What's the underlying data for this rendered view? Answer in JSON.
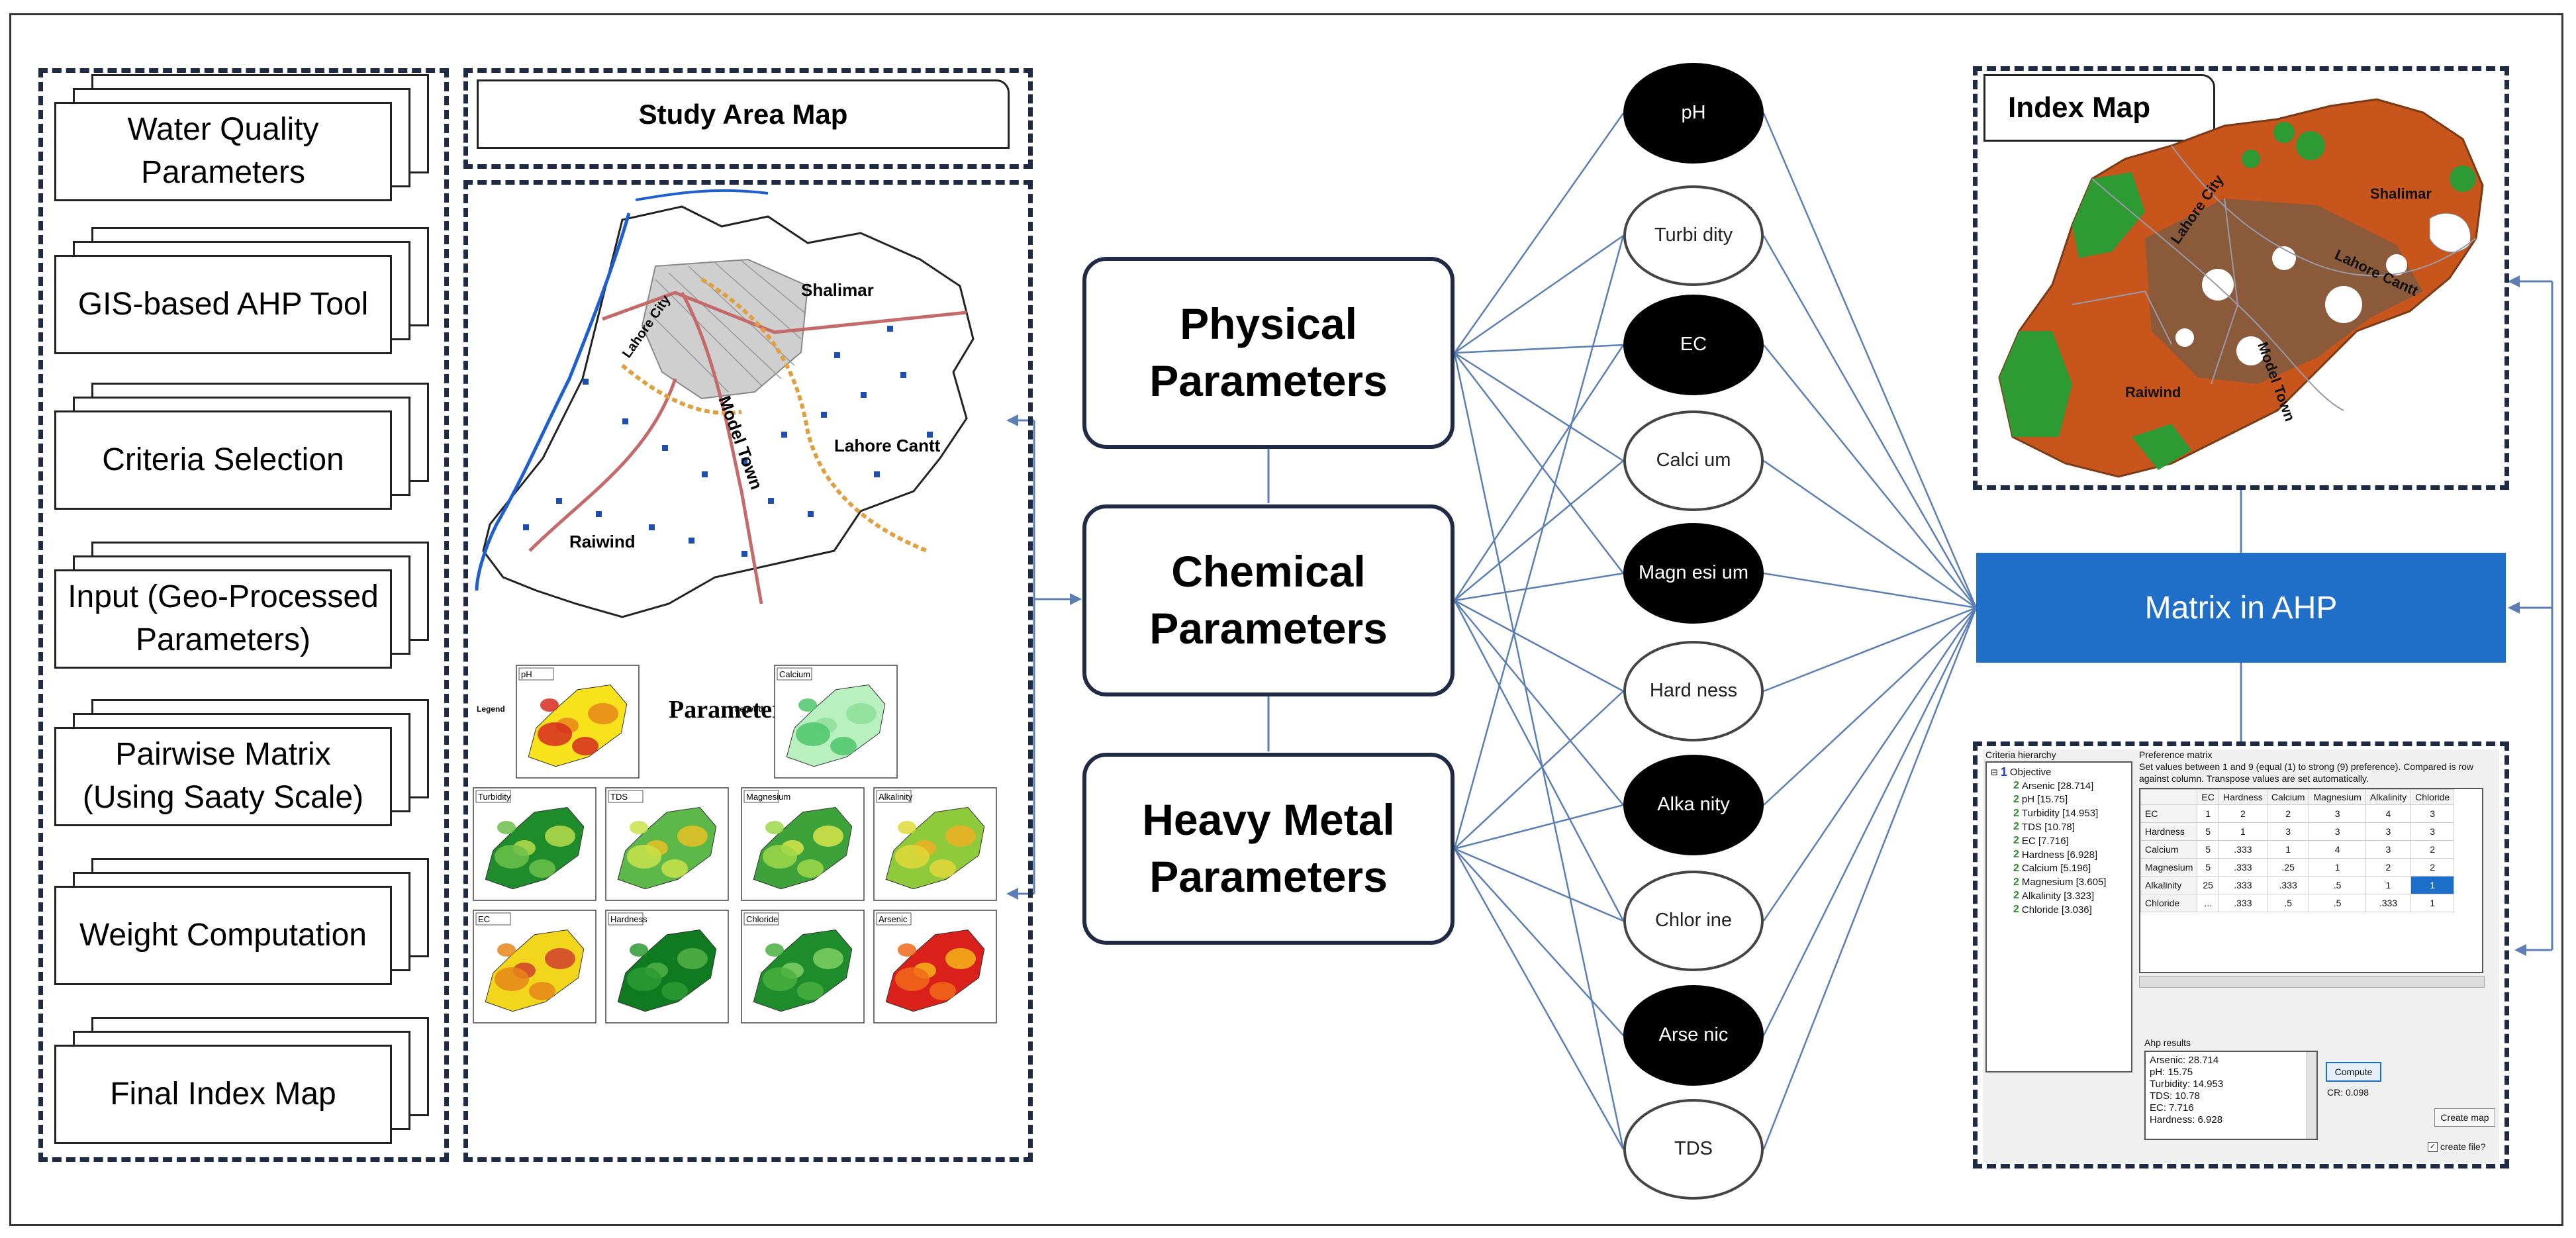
{
  "workflow_steps": [
    "Water Quality Parameters",
    "GIS-based AHP Tool",
    "Criteria Selection",
    "Input (Geo-Processed Parameters)",
    "Pairwise Matrix (Using Saaty Scale)",
    "Weight Computation",
    "Final Index Map"
  ],
  "study_area": {
    "title": "Study Area Map",
    "labels": [
      "Shalimar",
      "Lahore Cantt",
      "Raiwind",
      "Model Town",
      "Lahore City"
    ]
  },
  "parameter_maps": {
    "title": "Parameters",
    "panels": [
      "pH",
      "Calcium",
      "Turbidity",
      "TDS",
      "Magnesium",
      "Alkalinity",
      "EC",
      "Hardness",
      "Chloride",
      "Arsenic"
    ],
    "legend": "Legend"
  },
  "categories": [
    "Physical Parameters",
    "Chemical Parameters",
    "Heavy Metal Parameters"
  ],
  "parameters": [
    {
      "label": "pH",
      "dark": true
    },
    {
      "label": "Turbi dity",
      "dark": false
    },
    {
      "label": "EC",
      "dark": true
    },
    {
      "label": "Calci um",
      "dark": false
    },
    {
      "label": "Magn esi um",
      "dark": true
    },
    {
      "label": "Hard ness",
      "dark": false
    },
    {
      "label": "Alka nity",
      "dark": true
    },
    {
      "label": "Chlor ine",
      "dark": false
    },
    {
      "label": "Arse nic",
      "dark": true
    },
    {
      "label": "TDS",
      "dark": false
    }
  ],
  "index_map": {
    "title": "Index Map",
    "labels": [
      "Shalimar",
      "Lahore City",
      "Lahore Cantt",
      "Model Town",
      "Raiwind"
    ]
  },
  "matrix_label": "Matrix in AHP",
  "ahp_window": {
    "criteria_title": "Criteria hierarchy",
    "objective": "Objective",
    "criteria": [
      "Arsenic [28.714]",
      "pH [15.75]",
      "Turbidity [14.953]",
      "TDS [10.78]",
      "EC [7.716]",
      "Hardness [6.928]",
      "Calcium [5.196]",
      "Magnesium [3.605]",
      "Alkalinity [3.323]",
      "Chloride [3.036]"
    ],
    "preference_title": "Preference matrix",
    "instructions": "Set values between 1 and 9 (equal (1) to strong (9) preference). Compared is row against column. Transpose values are set automatically.",
    "columns": [
      "EC",
      "Hardness",
      "Calcium",
      "Magnesium",
      "Alkalinity",
      "Chloride"
    ],
    "rows": [
      {
        "name": "EC",
        "cells": [
          "1",
          "2",
          "2",
          "3",
          "4",
          "3"
        ]
      },
      {
        "name": "Hardness",
        "cells": [
          "5",
          "1",
          "3",
          "3",
          "3",
          "3"
        ]
      },
      {
        "name": "Calcium",
        "cells": [
          "5",
          ".333",
          "1",
          "4",
          "3",
          "2"
        ]
      },
      {
        "name": "Magnesium",
        "cells": [
          "5",
          ".333",
          ".25",
          "1",
          "2",
          "2"
        ]
      },
      {
        "name": "Alkalinity",
        "cells": [
          "25",
          ".333",
          ".333",
          ".5",
          "1",
          "1"
        ]
      },
      {
        "name": "Chloride",
        "cells": [
          "...",
          ".333",
          ".5",
          ".5",
          ".333",
          "1"
        ]
      }
    ],
    "results_title": "Ahp results",
    "results": [
      "Arsenic: 28.714",
      "pH: 15.75",
      "Turbidity: 14.953",
      "TDS: 10.78",
      "EC: 7.716",
      "Hardness: 6.928"
    ],
    "compute_label": "Compute",
    "cr_label": "CR: 0.098",
    "create_map_label": "Create map",
    "create_file_label": "create file?"
  }
}
